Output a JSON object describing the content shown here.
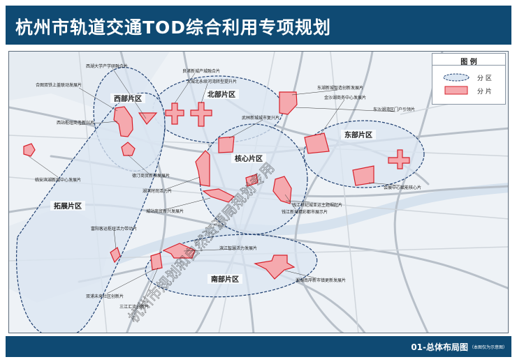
{
  "header": {
    "title": "杭州市轨道交通TOD综合利用专项规划"
  },
  "footer": {
    "map_title": "01-总体布局图",
    "note": "（本图仅为示意图）"
  },
  "legend": {
    "title": "图 例",
    "items": [
      {
        "label": "分 区"
      },
      {
        "label": "分 片"
      }
    ]
  },
  "colors": {
    "brand": "#0f4a73",
    "parcel_fill": "#f5a9ae",
    "parcel_stroke": "#d6202a",
    "district_fill": "#dbe6f2",
    "district_stroke": "#1f3f70",
    "rail_line": "#b8c0c9"
  },
  "districts": [
    {
      "name": "北部片区"
    },
    {
      "name": "西部片区"
    },
    {
      "name": "东部片区"
    },
    {
      "name": "核心片区"
    },
    {
      "name": "拓展片区"
    },
    {
      "name": "南部片区"
    }
  ],
  "parcels": [
    {
      "name": "西湖大学产学研融合片"
    },
    {
      "name": "良渚新城产城融合片"
    },
    {
      "name": "大城北永续河湾转型提升片"
    },
    {
      "name": "合图双铁上盖联动发展片"
    },
    {
      "name": "西站枢纽商务新兴片"
    },
    {
      "name": "东湖新城智造创新发展片"
    },
    {
      "name": "金沙湖商务中心发展片"
    },
    {
      "name": "东沙湖湾区门户引领片"
    },
    {
      "name": "武林新城城市复兴片"
    },
    {
      "name": "临安滨湖新城中心发展片"
    },
    {
      "name": "德汀商贸新核发展片"
    },
    {
      "name": "湖滨时尚活力片"
    },
    {
      "name": "城站商贸新兴发展片"
    },
    {
      "name": "会展中心赋能核心片"
    },
    {
      "name": "钱江世纪城亚运主题崛起片"
    },
    {
      "name": "钱江新城精彩都市展示片"
    },
    {
      "name": "富阳客运枢纽活力带动片"
    },
    {
      "name": "滨江智慧活力发展片"
    },
    {
      "name": "湘湖南岸新市镇更新发展片"
    },
    {
      "name": "双浦未来社区创新片"
    },
    {
      "name": "三江汇流创新片"
    }
  ],
  "watermark": {
    "text": "杭州市规划和自然资源局规划专用"
  }
}
